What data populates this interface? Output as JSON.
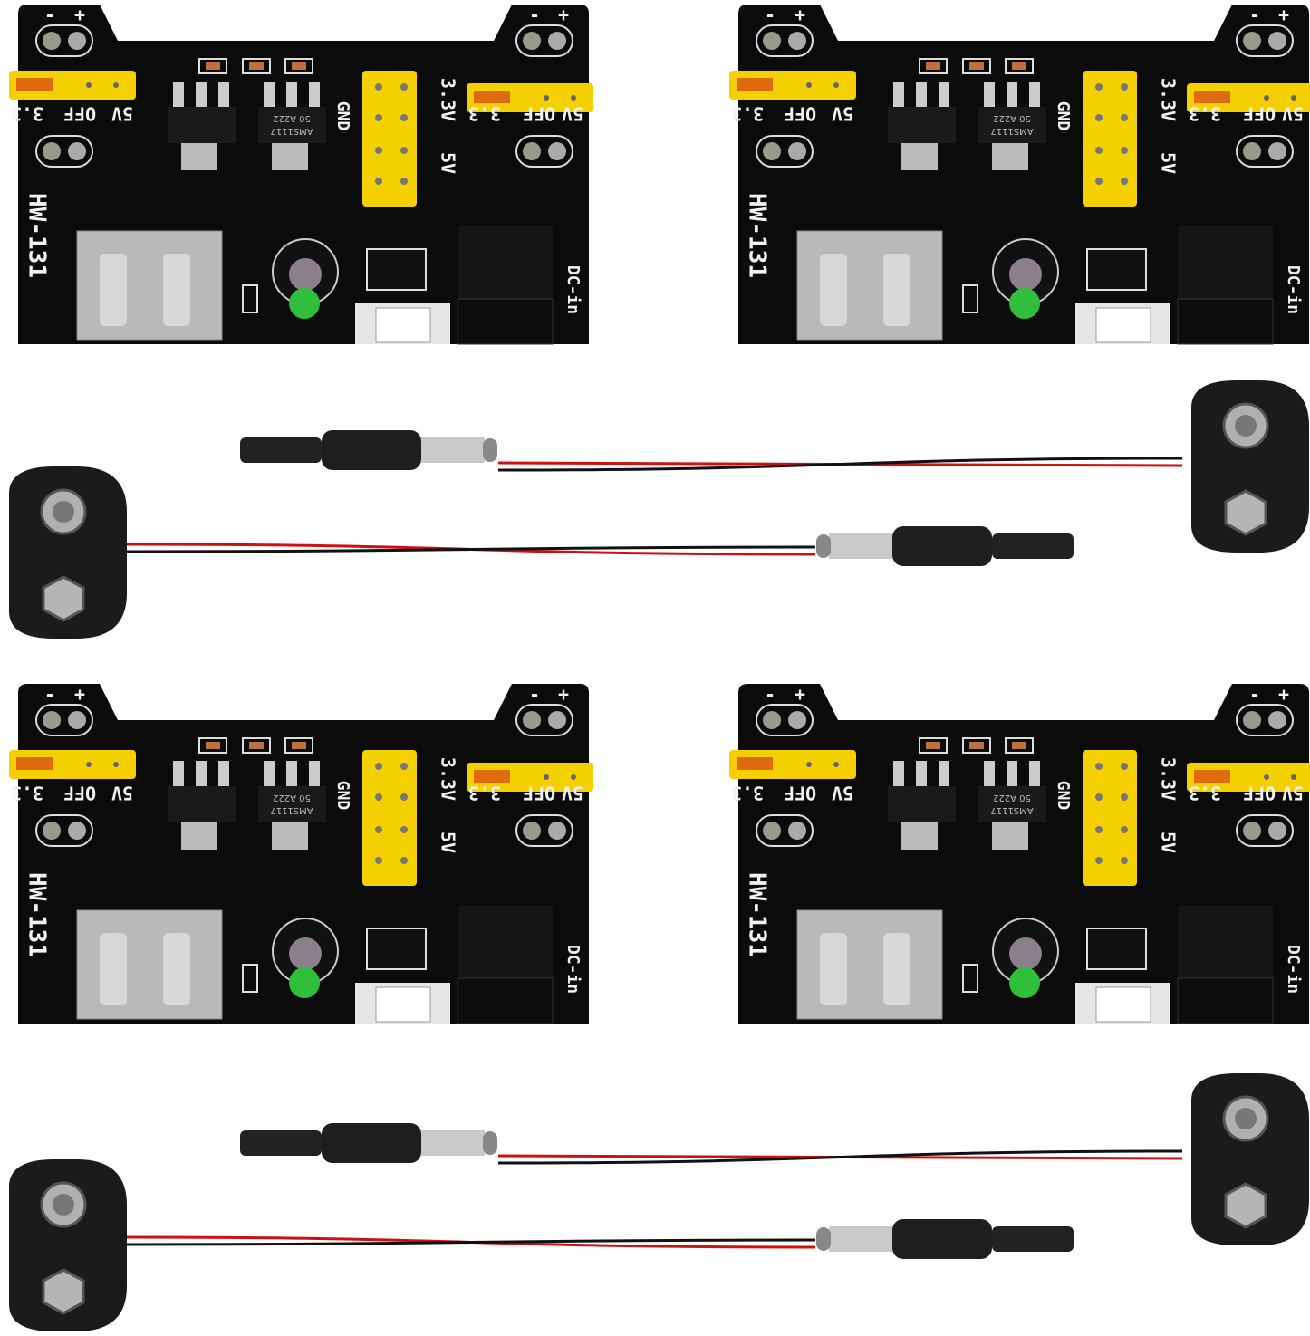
{
  "product": {
    "board_count": 4,
    "cable_count": 4,
    "colors": {
      "pcb": "#0b0b0b",
      "jumper": "#f5d000",
      "wire_red": "#d01010",
      "wire_black": "#111111",
      "led": "#2fbf3a",
      "metal": "#b9b9b9"
    },
    "board_labels": {
      "model": "HW-131",
      "dc_in": "DC-in",
      "minus": "-",
      "plus": "+",
      "left_33": "3.3",
      "left_off": "OFF",
      "left_5v": "5V",
      "right_33": "3.3",
      "right_off": "OFF",
      "right_5v": "5V",
      "rail_33v": "3.3V",
      "rail_5v": "5V",
      "gnd": "GND",
      "regulator_line1": "AMS1117",
      "regulator_line2": "50 A222"
    }
  }
}
